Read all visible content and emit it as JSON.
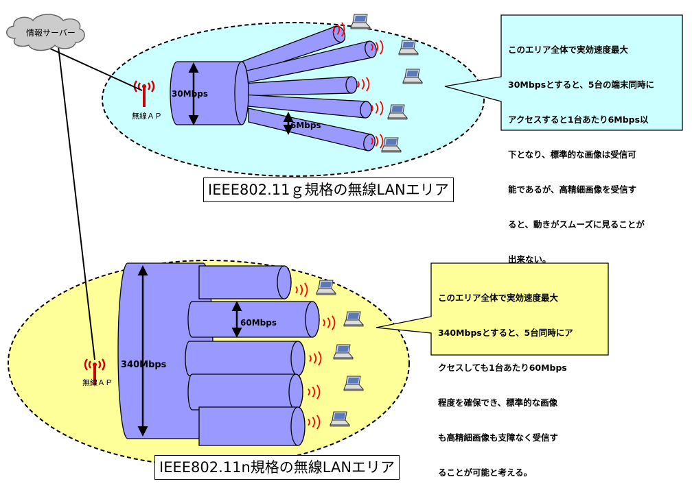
{
  "server": {
    "label": "情報サーバー"
  },
  "area_g": {
    "caption": "IEEE802.11ｇ規格の無線LANエリア",
    "ap_label": "無線ＡＰ",
    "total_speed": "30Mbps",
    "per_device_speed": "6Mbps",
    "device_count": 5,
    "note_lines": [
      "このエリア全体で実効速度最大",
      "30Mbpsとすると、5台の端末同時に",
      "アクセスすると1台あたり6Mbps以",
      "下となり、標準的な画像は受信可",
      "能であるが、高精細画像を受信す",
      "ると、動きがスムーズに見ることが",
      "出来ない。"
    ]
  },
  "area_n": {
    "caption": "IEEE802.11n規格の無線LANエリア",
    "ap_label": "無線ＡＰ",
    "total_speed": "340Mbps",
    "per_device_speed": "60Mbps",
    "device_count": 5,
    "note_lines": [
      "このエリア全体で実効速度最大",
      "340Mbpsとすると、5台同時にア",
      "クセスしても1台あたり60Mbps",
      "程度を確保でき、標準的な画像",
      "も高精細画像も支障なく受信す",
      "ることが可能と考える。"
    ]
  },
  "colors": {
    "area_g_fill": "#ccffff",
    "area_n_fill": "#ffff99",
    "cable_fill": "#9999ff",
    "note_g_fill": "#ccffff",
    "note_n_fill": "#ffff99",
    "antenna": "#cc0000",
    "waves": "#ff0000"
  }
}
